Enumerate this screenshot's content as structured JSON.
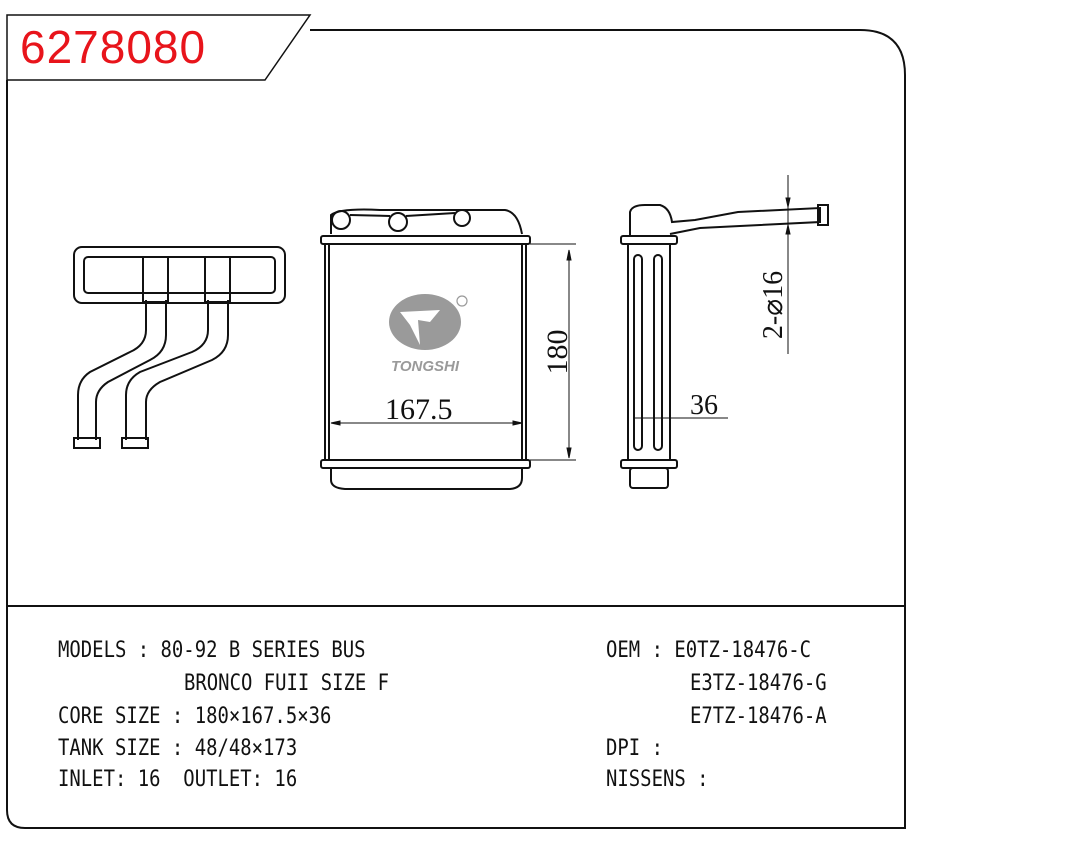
{
  "part_number": "6278080",
  "brand": {
    "logo_text": "TONGSHI",
    "registered": "®"
  },
  "dimensions": {
    "width": "167.5",
    "height": "180",
    "depth": "36",
    "pipe": "2-⌀16"
  },
  "specs": {
    "models_label": "MODELS : 80-92 B SERIES BUS",
    "models_line2": "BRONCO FUII SIZE F",
    "core_size": "CORE SIZE : 180×167.5×36",
    "tank_size": "TANK SIZE : 48/48×173",
    "inlet_outlet": "INLET: 16  OUTLET: 16"
  },
  "oem": {
    "label": "OEM : E0TZ-18476-C",
    "codes": [
      "E3TZ-18476-G",
      "E7TZ-18476-A"
    ],
    "dpi": "DPI :",
    "nissens": "NISSENS :"
  },
  "colors": {
    "title": "#e8141b",
    "line": "#111111",
    "logo": "#9a9a9a"
  }
}
